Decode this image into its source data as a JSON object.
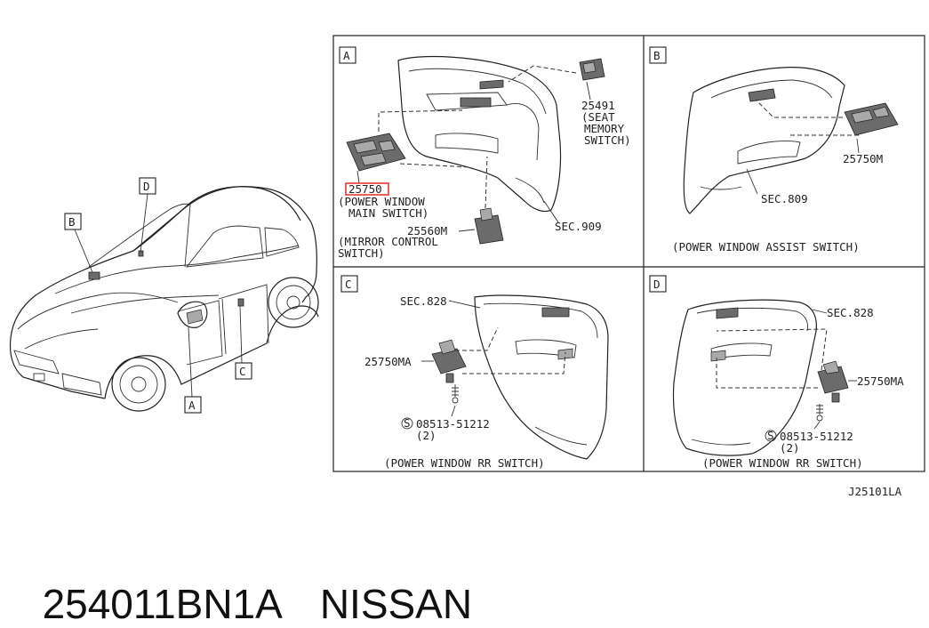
{
  "panels": {
    "A": {
      "letter": "A",
      "part_seat": "25491",
      "seat_l1": "(SEAT",
      "seat_l2": "MEMORY",
      "seat_l3": "SWITCH)",
      "part_main": "25750",
      "main_l1": "(POWER WINDOW",
      "main_l2": "MAIN SWITCH)",
      "part_mirror": "25560M",
      "mirror_l1": "(MIRROR CONTROL",
      "mirror_l2": "SWITCH)",
      "sec": "SEC.909"
    },
    "B": {
      "letter": "B",
      "part": "25750M",
      "sec": "SEC.809",
      "caption": "(POWER WINDOW ASSIST SWITCH)"
    },
    "C": {
      "letter": "C",
      "sec": "SEC.828",
      "part": "25750MA",
      "screw": "08513-51212",
      "qty": "(2)",
      "caption": "(POWER WINDOW RR SWITCH)"
    },
    "D": {
      "letter": "D",
      "sec": "SEC.828",
      "part": "25750MA",
      "screw": "08513-51212",
      "qty": "(2)",
      "caption": "(POWER WINDOW RR SWITCH)"
    }
  },
  "car_callouts": {
    "A": "A",
    "B": "B",
    "C": "C",
    "D": "D"
  },
  "screw_symbol": "S",
  "diagram_code": "J25101LA",
  "caption": {
    "part_number": "254011BN1A",
    "brand": "NISSAN"
  },
  "colors": {
    "highlight": "#e53935",
    "line": "#222222"
  }
}
